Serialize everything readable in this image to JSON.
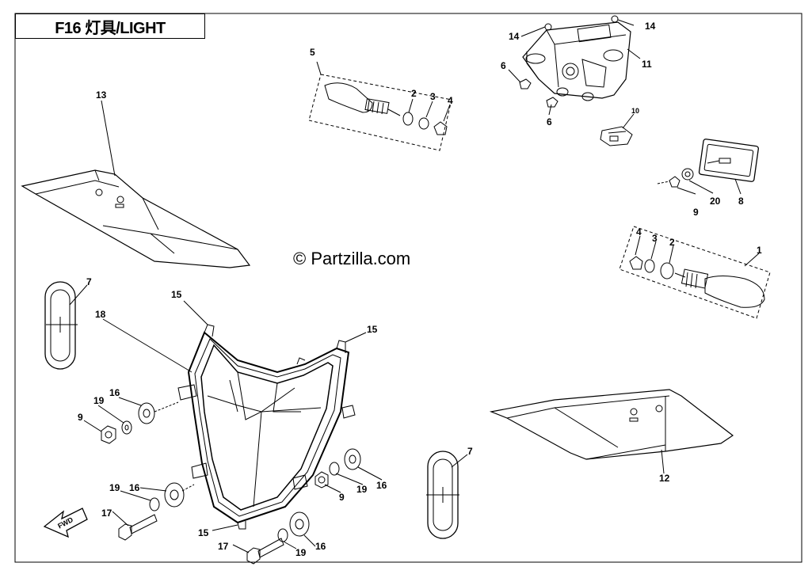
{
  "diagram": {
    "title": "F16 灯具/LIGHT",
    "watermark": "© Partzilla.com",
    "fwd_label": "FWD",
    "callouts": [
      {
        "id": "c14a",
        "label": "14"
      },
      {
        "id": "c14b",
        "label": "14"
      },
      {
        "id": "c11",
        "label": "11"
      },
      {
        "id": "c6a",
        "label": "6"
      },
      {
        "id": "c6b",
        "label": "6"
      },
      {
        "id": "c10",
        "label": "10"
      },
      {
        "id": "c5",
        "label": "5"
      },
      {
        "id": "c2a",
        "label": "2"
      },
      {
        "id": "c3a",
        "label": "3"
      },
      {
        "id": "c4a",
        "label": "4"
      },
      {
        "id": "c13",
        "label": "13"
      },
      {
        "id": "c9a",
        "label": "9"
      },
      {
        "id": "c20",
        "label": "20"
      },
      {
        "id": "c8",
        "label": "8"
      },
      {
        "id": "c4b",
        "label": "4"
      },
      {
        "id": "c3b",
        "label": "3"
      },
      {
        "id": "c2b",
        "label": "2"
      },
      {
        "id": "c1",
        "label": "1"
      },
      {
        "id": "c7a",
        "label": "7"
      },
      {
        "id": "c18",
        "label": "18"
      },
      {
        "id": "c15a",
        "label": "15"
      },
      {
        "id": "c15b",
        "label": "15"
      },
      {
        "id": "c15c",
        "label": "15"
      },
      {
        "id": "c19a",
        "label": "19"
      },
      {
        "id": "c16a",
        "label": "16"
      },
      {
        "id": "c9b",
        "label": "9"
      },
      {
        "id": "c16b",
        "label": "16"
      },
      {
        "id": "c19b",
        "label": "19"
      },
      {
        "id": "c9c",
        "label": "9"
      },
      {
        "id": "c19c",
        "label": "19"
      },
      {
        "id": "c16c",
        "label": "16"
      },
      {
        "id": "c17a",
        "label": "17"
      },
      {
        "id": "c17b",
        "label": "17"
      },
      {
        "id": "c19d",
        "label": "19"
      },
      {
        "id": "c16d",
        "label": "16"
      },
      {
        "id": "c7b",
        "label": "7"
      },
      {
        "id": "c12",
        "label": "12"
      }
    ]
  }
}
